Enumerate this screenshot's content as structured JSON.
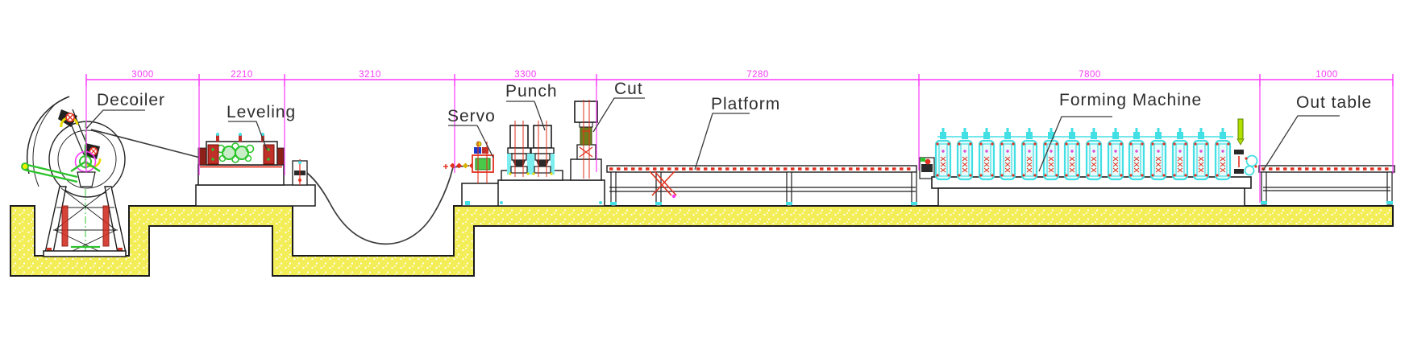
{
  "stations": [
    {
      "label": "Decoiler"
    },
    {
      "label": "Leveling"
    },
    {
      "label": "Servo"
    },
    {
      "label": "Punch"
    },
    {
      "label": "Cut"
    },
    {
      "label": "Platform"
    },
    {
      "label": "Forming Machine"
    },
    {
      "label": "Out table"
    }
  ],
  "dimensions_mm": [
    {
      "value": "3000"
    },
    {
      "value": "2210"
    },
    {
      "value": "3210"
    },
    {
      "value": "3300"
    },
    {
      "value": "7280"
    },
    {
      "value": "7800"
    },
    {
      "value": "1000"
    }
  ],
  "colors": {
    "dimension_magenta": "#fa3bfa",
    "foundation_yellow": "#f3ee58",
    "line_black": "#1c1c1c",
    "roller_cyan": "#42dfe4",
    "accent_red": "#e2301e",
    "accent_green": "#2cc42c",
    "accent_yellow": "#e8d800",
    "strip_gray": "#3c3c3c",
    "label_gray": "#2e2e2e"
  }
}
